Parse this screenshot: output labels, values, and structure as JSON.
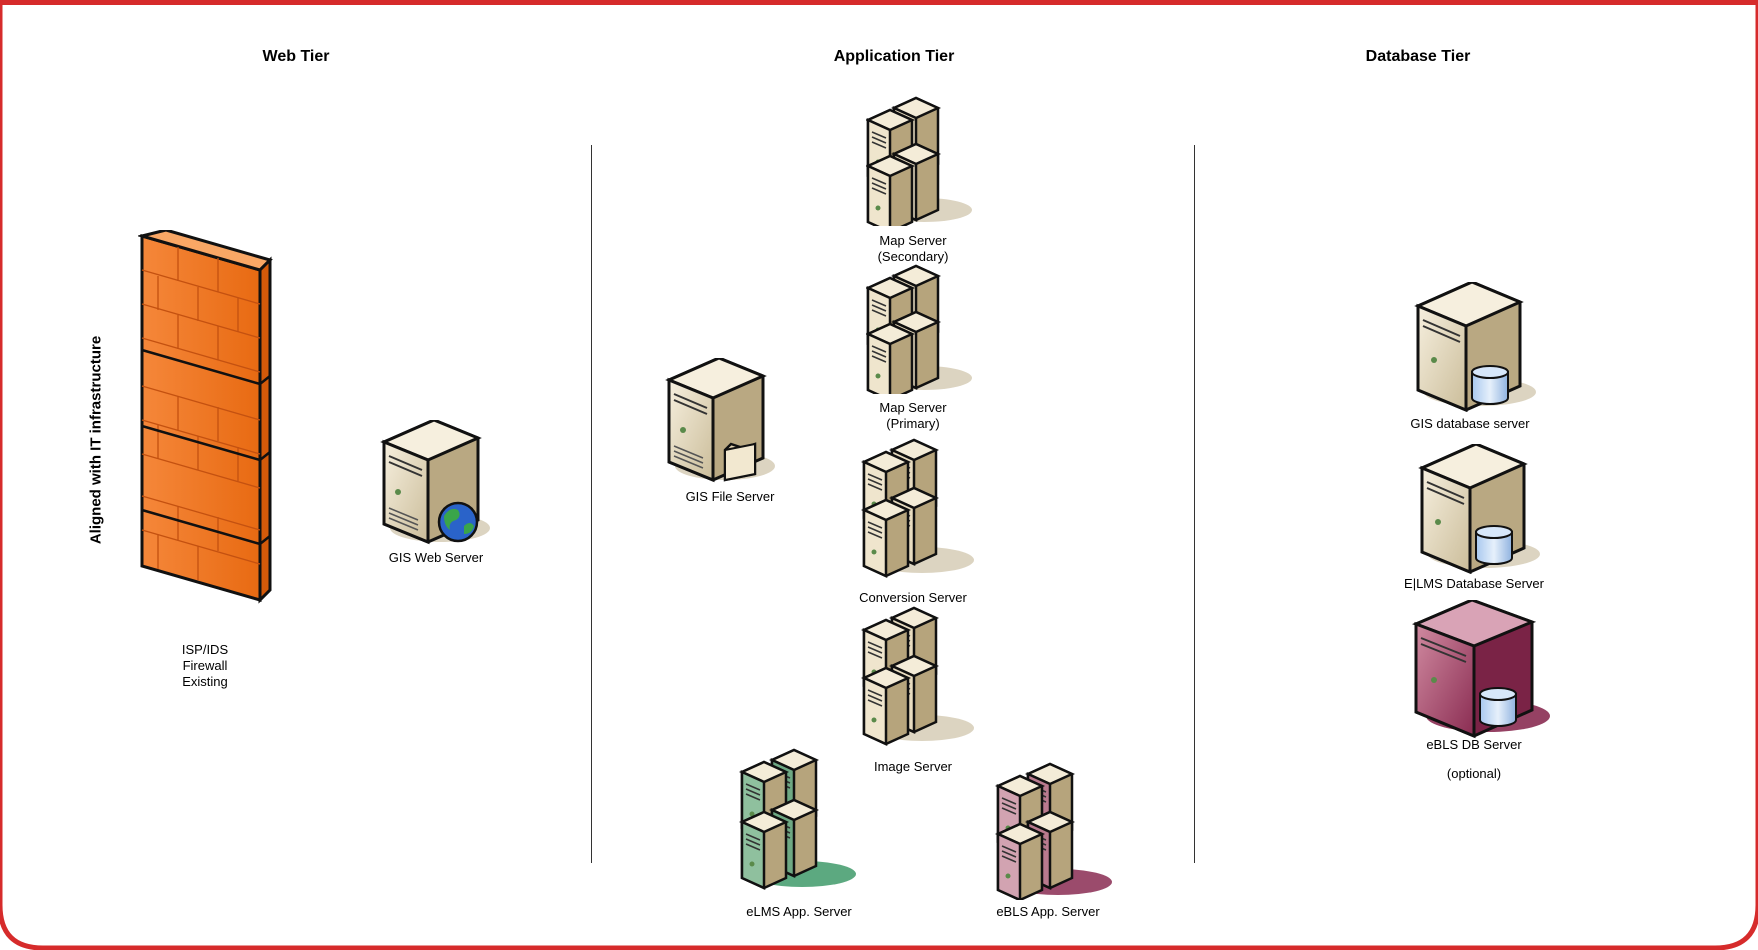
{
  "tiers": {
    "web": "Web Tier",
    "application": "Application Tier",
    "database": "Database Tier"
  },
  "side_label": "Aligned with IT infrastructure",
  "nodes": {
    "firewall": [
      "ISP/IDS",
      "Firewall",
      "Existing"
    ],
    "gis_web_server": "GIS Web Server",
    "gis_file_server": "GIS File Server",
    "map_server_secondary": [
      "Map Server",
      "(Secondary)"
    ],
    "map_server_primary": [
      "Map Server",
      "(Primary)"
    ],
    "conversion_server": "Conversion Server",
    "image_server": "Image Server",
    "elms_app_server": "eLMS App. Server",
    "ebls_app_server": "eBLS App. Server",
    "gis_database_server": "GIS database server",
    "elms_database_server": "E|LMS Database Server",
    "ebls_db_server": "eBLS DB Server",
    "ebls_db_optional": "(optional)"
  },
  "colors": {
    "frame": "#d62b2b",
    "server_beige": "#e8dcc0",
    "server_green": "#7fb38d",
    "server_maroon": "#b0607a",
    "firewall_orange": "#f07a22"
  }
}
